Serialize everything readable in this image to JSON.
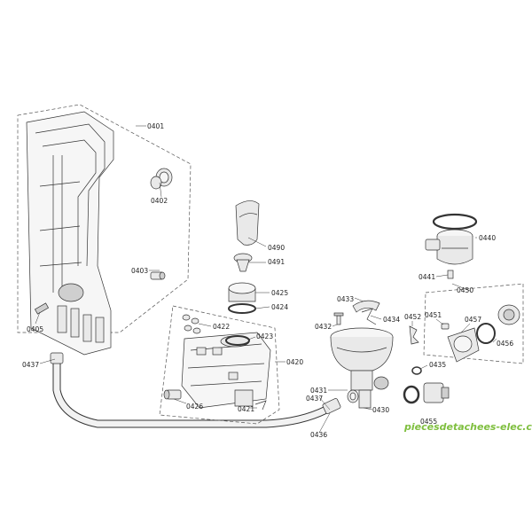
{
  "labels": {
    "p0401": "0401",
    "p0402": "0402",
    "p0403": "0403",
    "p0405": "0405",
    "p0437a": "0437",
    "p0490": "0490",
    "p0491": "0491",
    "p0425": "0425",
    "p0424": "0424",
    "p0422": "0422",
    "p0423": "0423",
    "p0420": "0420",
    "p0426": "0426",
    "p0421": "0421",
    "p0433": "0433",
    "p0434": "0434",
    "p0432": "0432",
    "p0452": "0452",
    "p0451": "0451",
    "p0457": "0457",
    "p0456": "0456",
    "p0440": "0440",
    "p0441": "0441",
    "p0450": "0450",
    "p0435": "0435",
    "p0431": "0431",
    "p0430": "0430",
    "p0437b": "0437",
    "p0436": "0436",
    "p0455": "0455"
  },
  "watermark": "piecesdetachees-elec.com",
  "colors": {
    "line": "#333333",
    "part_fill": "#e9e9e9",
    "watermark": "#7fbf3f"
  }
}
